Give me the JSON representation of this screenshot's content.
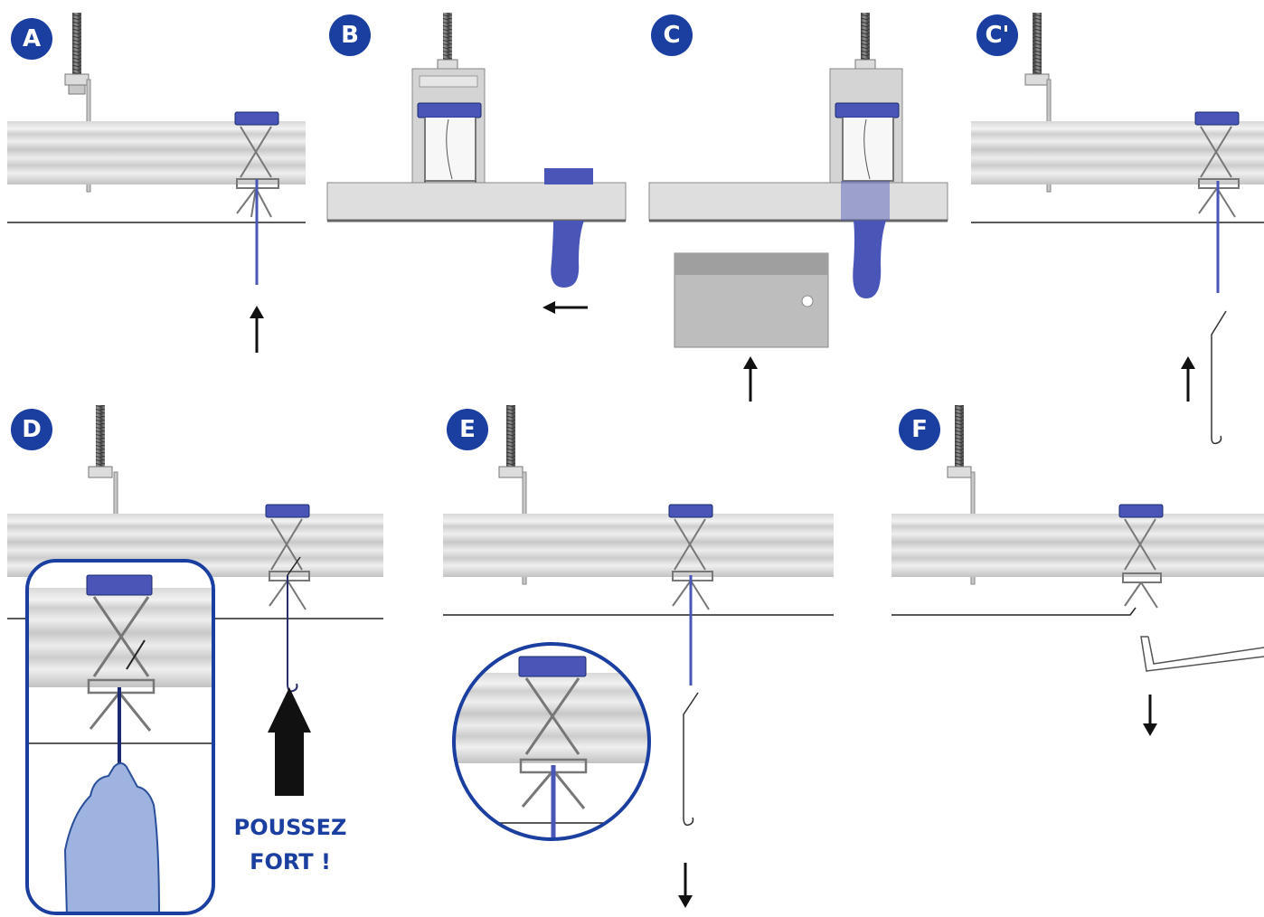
{
  "steps": [
    {
      "id": "A",
      "label": "A"
    },
    {
      "id": "B",
      "label": "B"
    },
    {
      "id": "C",
      "label": "C"
    },
    {
      "id": "Cp",
      "label": "C'"
    },
    {
      "id": "D",
      "label": "D"
    },
    {
      "id": "E",
      "label": "E"
    },
    {
      "id": "F",
      "label": "F"
    }
  ],
  "caption": {
    "line1": "POUSSEZ",
    "line2": "FORT !"
  },
  "colors": {
    "badge": "#1b3fa0",
    "clip": "#4a55b8",
    "profile_light": "#e6e6e6",
    "profile_mid": "#cfcfcf",
    "profile_dark": "#9a9a9a",
    "metal": "#b8b8b8",
    "hand": "#9fb3e0"
  },
  "icons": [
    "threaded-rod-icon",
    "hanger-clip-icon",
    "push-arrow-icon",
    "hand-icon",
    "magnifier-circle-icon"
  ]
}
